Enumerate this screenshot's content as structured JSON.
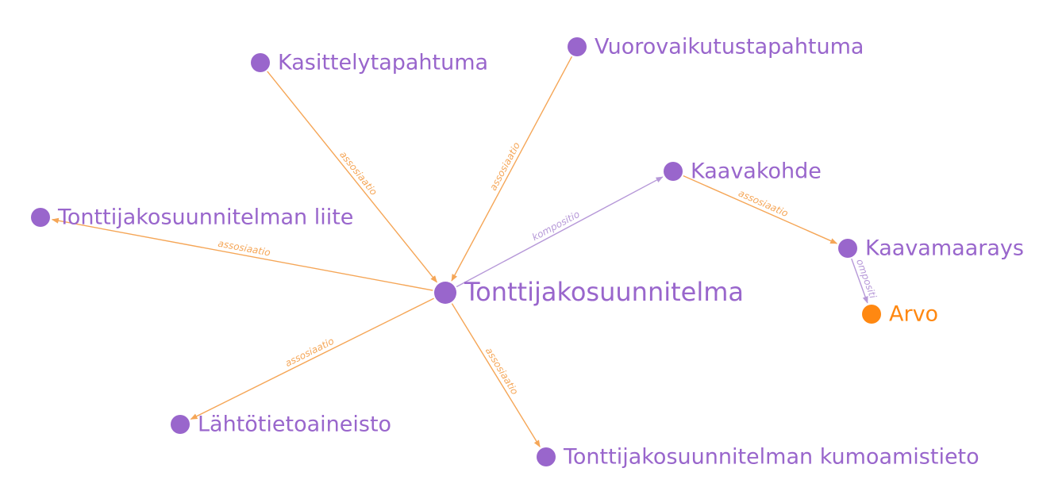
{
  "graph": {
    "colors": {
      "node": "#9966cc",
      "node_highlight": "#ff8811",
      "edge_association": "#f5a657",
      "edge_composition": "#b698d8"
    },
    "nodes": {
      "tonttijakosuunnitelma": {
        "label": "Tonttijakosuunnitelma",
        "kind": "center"
      },
      "kasittelytapahtuma": {
        "label": "Kasittelytapahtuma",
        "kind": "normal"
      },
      "vuorovaikutustapahtuma": {
        "label": "Vuorovaikutustapahtuma",
        "kind": "normal"
      },
      "kaavakohde": {
        "label": "Kaavakohde",
        "kind": "normal"
      },
      "kaavamaarays": {
        "label": "Kaavamaarays",
        "kind": "normal"
      },
      "arvo": {
        "label": "Arvo",
        "kind": "highlight"
      },
      "liite": {
        "label": "Tonttijakosuunnitelman liite",
        "kind": "normal"
      },
      "lahtotietoaineisto": {
        "label": "Lähtötietoaineisto",
        "kind": "normal"
      },
      "kumoamistieto": {
        "label": "Tonttijakosuunnitelman kumoamistieto",
        "kind": "normal"
      }
    },
    "edges": [
      {
        "from": "kasittelytapahtuma",
        "to": "tonttijakosuunnitelma",
        "label": "assosiaatio",
        "type": "association"
      },
      {
        "from": "vuorovaikutustapahtuma",
        "to": "tonttijakosuunnitelma",
        "label": "assosiaatio",
        "type": "association"
      },
      {
        "from": "tonttijakosuunnitelma",
        "to": "kaavakohde",
        "label": "kompositio",
        "type": "composition"
      },
      {
        "from": "kaavakohde",
        "to": "kaavamaarays",
        "label": "assosiaatio",
        "type": "association"
      },
      {
        "from": "kaavamaarays",
        "to": "arvo",
        "label": "ompositi",
        "type": "composition"
      },
      {
        "from": "tonttijakosuunnitelma",
        "to": "liite",
        "label": "assosiaatio",
        "type": "association"
      },
      {
        "from": "tonttijakosuunnitelma",
        "to": "lahtotietoaineisto",
        "label": "assosiaatio",
        "type": "association"
      },
      {
        "from": "tonttijakosuunnitelma",
        "to": "kumoamistieto",
        "label": "assosiaatio",
        "type": "association"
      }
    ]
  }
}
